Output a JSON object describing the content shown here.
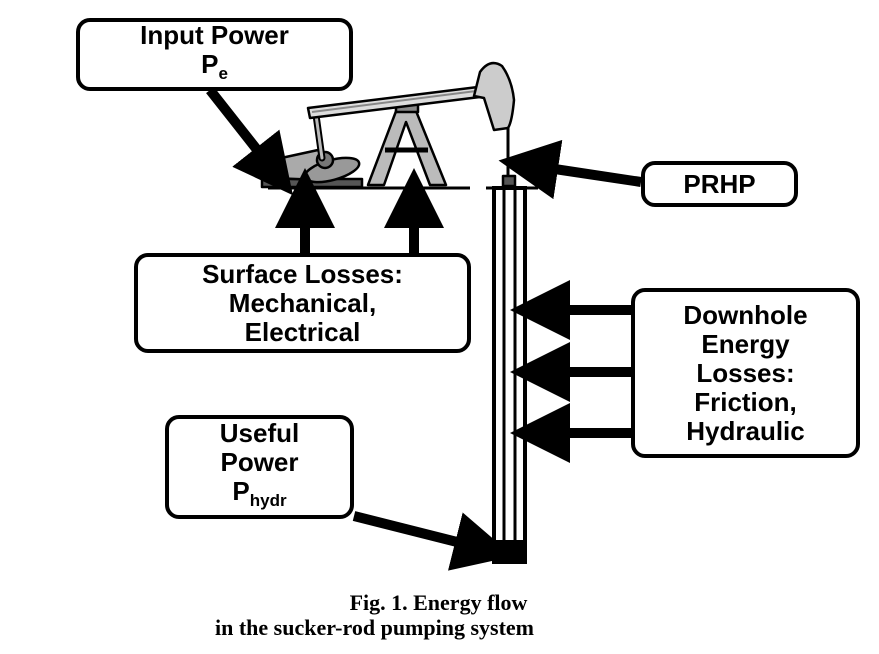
{
  "boxes": {
    "input_power": {
      "line1": "Input Power",
      "symbol": "P",
      "subscript": "e"
    },
    "prhp": {
      "label": "PRHP"
    },
    "surface_losses": {
      "line1": "Surface Losses:",
      "line2": "Mechanical,",
      "line3": "Electrical"
    },
    "downhole_losses": {
      "line1": "Downhole",
      "line2": "Energy",
      "line3": "Losses:",
      "line4": "Friction,",
      "line5": "Hydraulic"
    },
    "useful_power": {
      "line1": "Useful",
      "line2": "Power",
      "symbol": "P",
      "subscript": "hydr"
    }
  },
  "caption": {
    "line1": "Fig. 1. Energy flow",
    "line2": "in the sucker-rod pumping system"
  }
}
